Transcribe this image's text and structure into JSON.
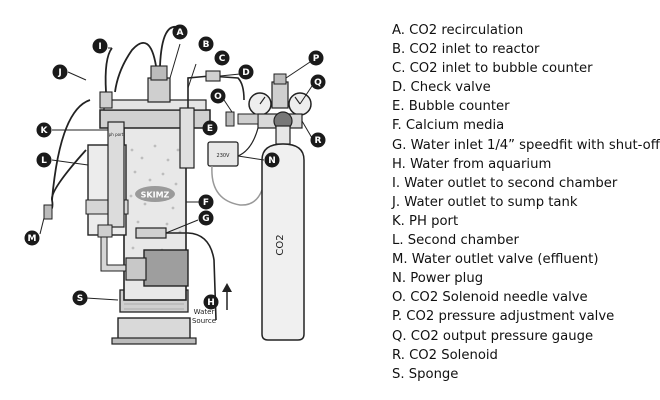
{
  "callouts": [
    "A",
    "B",
    "C",
    "D",
    "E",
    "F",
    "G",
    "H",
    "I",
    "J",
    "K",
    "L",
    "M",
    "N",
    "O",
    "P",
    "Q",
    "R",
    "S"
  ],
  "legend": [
    "A. CO2 recirculation",
    "B. CO2 inlet to reactor",
    "C. CO2 inlet to bubble counter",
    "D. Check valve",
    "E. Bubble counter",
    "F. Calcium media",
    "G. Water inlet 1/4” speedfit with shut-off",
    "H. Water from aquarium",
    "I. Water outlet to second chamber",
    "J. Water outlet to sump tank",
    "K. PH port",
    "L. Second chamber",
    "M. Water outlet valve (effluent)",
    "N. Power plug",
    "O. CO2 Solenoid needle valve",
    "P. CO2 pressure adjustment valve",
    "Q. CO2 output pressure gauge",
    "R. CO2 Solenoid",
    "S. Sponge"
  ],
  "diagram_text": {
    "brand": "SKIMZ",
    "tank_label": "CO2",
    "plug_label": "230V",
    "ph_label": "ph port",
    "water_source_1": "Water",
    "water_source_2": "Source"
  }
}
